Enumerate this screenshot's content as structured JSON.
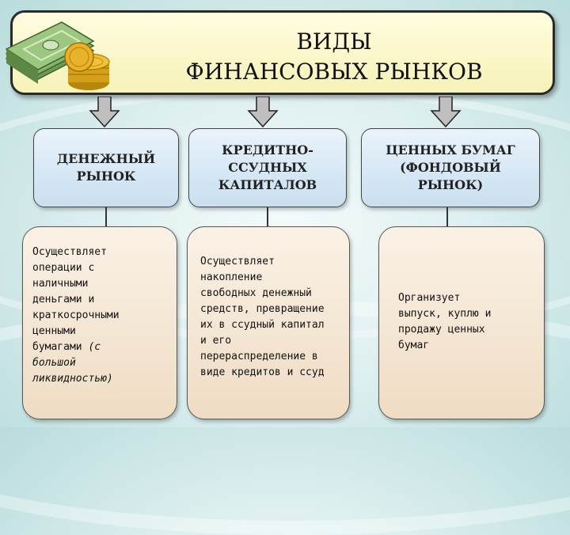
{
  "title": {
    "line1": "ВИДЫ",
    "line2": "ФИНАНСОВЫХ РЫНКОВ"
  },
  "columns": [
    {
      "heading": [
        "ДЕНЕЖНЫЙ",
        "РЫНОК"
      ],
      "description": [
        "Осуществляет",
        "операции с",
        "наличными",
        "деньгами и",
        "краткосрочными",
        "ценными",
        "бумагами "
      ],
      "description_italic": [
        "(с",
        "большой",
        "ликвидностью)"
      ]
    },
    {
      "heading": [
        "КРЕДИТНО-",
        "ССУДНЫХ",
        "КАПИТАЛОВ"
      ],
      "description": [
        "Осуществляет",
        "накопление",
        "свободных денежный",
        "средств, превращение",
        "их в ссудный капитал",
        "и его",
        "перераспределение в",
        "виде кредитов и ссуд"
      ]
    },
    {
      "heading": [
        "ЦЕННЫХ БУМАГ",
        "(ФОНДОВЫЙ",
        "РЫНОК)"
      ],
      "description": [
        "Организует",
        "выпуск, куплю и",
        "продажу ценных",
        "бумаг"
      ]
    }
  ],
  "colors": {
    "title_fill": "#f6f2b8",
    "heading_fill": "#c9dff0",
    "body_fill": "#efdcc4",
    "arrow_fill": "#bfbfbf",
    "background": "#dff0f0"
  },
  "icons": [
    "money-stack-icon",
    "coin-stack-icon",
    "down-arrow-icon"
  ]
}
